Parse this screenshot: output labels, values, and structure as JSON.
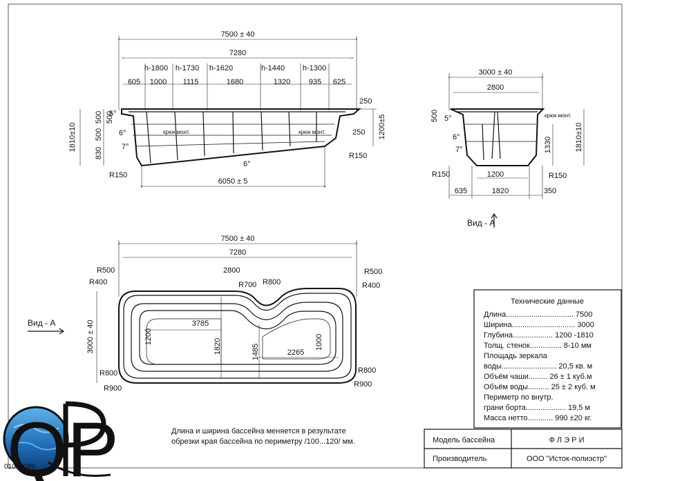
{
  "side_view": {
    "total_length": "7500 ± 40",
    "inner_length": "7280",
    "depth_labels": [
      "h-1800",
      "h-1730",
      "h-1620",
      "h-1440",
      "h-1300"
    ],
    "segments": [
      "605",
      "1000",
      "1115",
      "1680",
      "1320",
      "935",
      "625"
    ],
    "right_top": "250",
    "right_mid": "250",
    "right_depth": "1200±5",
    "left_total": "1810±10",
    "left_500a": "500",
    "left_500b": "500",
    "left_500c": "500",
    "left_830": "830",
    "angle_5": "5°",
    "angle_6a": "6°",
    "angle_7": "7°",
    "floor_angle": "6°",
    "hook_left": "крюк монт.",
    "hook_right": "крюк монт.",
    "r_left": "R150",
    "r_right": "R150",
    "bottom_length": "6050 ± 5"
  },
  "end_view": {
    "width": "3000 ± 40",
    "inner_width": "2800",
    "left_500": "500",
    "angle_5": "5°",
    "angle_6": "6°",
    "angle_7": "7°",
    "hook": "крюк монт.",
    "height_1330": "1330",
    "total": "1810±10",
    "bottom_1200": "1200",
    "r_left": "R150",
    "r_right": "R150",
    "seg_635": "635",
    "seg_1820": "1820",
    "seg_350": "350",
    "view_label": "Вид - А"
  },
  "plan_view": {
    "total_length": "7500 ± 40",
    "inner_length": "7280",
    "r500_left": "R500",
    "r400_left": "R400",
    "r2800": "2800",
    "r700": "R700",
    "r800_top": "R800",
    "r500_right": "R500",
    "r400_right": "R400",
    "width": "3000 ± 40",
    "len_3785": "3785",
    "w_1200": "1200",
    "w_1820": "1820",
    "w_1485": "1485",
    "len_2265": "2265",
    "w_1000": "1000",
    "r800_left": "R800",
    "r900_left": "R900",
    "r800_right": "R800",
    "r900_right": "R900",
    "view_label": "Вид - А"
  },
  "tech": {
    "title": "Технические данные",
    "rows": [
      "Длина................................ 7500",
      "Ширина.............................. 3000",
      "Глубина................... 1200 -1810",
      "Толщ. стенок............... 8-10 мм",
      "Площадь зеркала",
      "воды.......................... 20,5 кв. м",
      "Объём чаши......... 26 ± 1 куб.м",
      "Объём воды.......... 25 ± 2 куб. м",
      "Периметр по внутр.",
      "грани борта................... 19,5 м",
      "Масса нетто............ 990 ±20 кг."
    ]
  },
  "note": [
    "Длина и ширина бассейна меняется в результате",
    "обрезки края бассейна по периметру  /100...120/ мм."
  ],
  "title_block": {
    "model_label": "Модель бассейна",
    "model_value": "Ф Л Э Р И",
    "maker_label": "Производитель",
    "maker_value": "ООО \"Исток-полиэстр\""
  },
  "logo": {
    "letters": "QP",
    "code": "01062049"
  }
}
